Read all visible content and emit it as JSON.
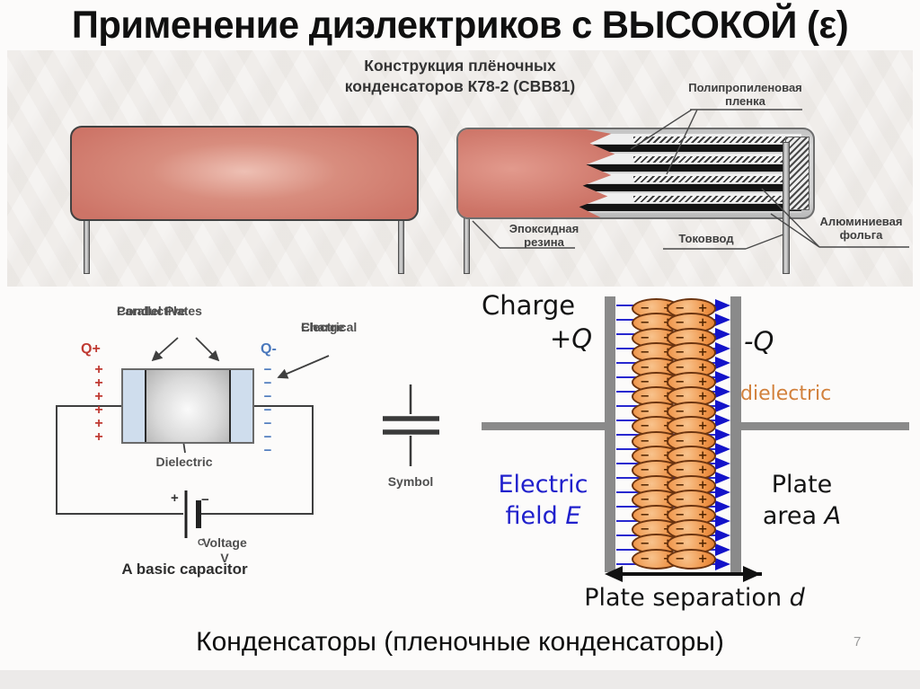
{
  "slide": {
    "title": "Применение диэлектриков с ВЫСОКОЙ (ε)",
    "footer": "Конденсаторы (пленочные конденсаторы)",
    "page_number": "7"
  },
  "construction": {
    "heading": [
      "Конструкция плёночных",
      "конденсаторов К78-2 (CBB81)"
    ],
    "labels": {
      "film": [
        "Полипропиленовая",
        "пленка"
      ],
      "epoxy": [
        "Эпоксидная",
        "резина"
      ],
      "lead": "Токоввод",
      "foil": [
        "Алюминиевая",
        "фольга"
      ]
    },
    "layer_groups": 4
  },
  "basic": {
    "plates_label": [
      "Conductive",
      "Parallel Plates"
    ],
    "charge_label": [
      "Electrical",
      "Charge"
    ],
    "q_plus": "Q+",
    "q_minus": "Q-",
    "plus_count": 6,
    "minus_count": 7,
    "plus_glyph": "+",
    "minus_glyph": "−",
    "dielectric": "Dielectric",
    "voltage": "Voltage V",
    "voltage_sub": "C",
    "caption": "A basic capacitor",
    "symbol": "Symbol",
    "battery_plus": "+",
    "battery_minus": "−"
  },
  "field": {
    "charge": "Charge",
    "plus_q": "+Q",
    "minus_q": "-Q",
    "dielectric": "dielectric",
    "efield": [
      "Electric",
      "field "
    ],
    "efield_var": "E",
    "area": [
      "Plate",
      "area "
    ],
    "area_var": "A",
    "separation": "Plate separation ",
    "separation_var": "d",
    "field_line_count": 19,
    "molecule_rows": 18,
    "molecule_minus": "−",
    "molecule_plus": "+"
  },
  "colors": {
    "q_plus_red": "#c03a32",
    "q_minus_blue": "#4a78bc",
    "plate_fill_blue": "#cfdded",
    "field_blue": "#2020cc",
    "molecule_orange": "#ef9448",
    "dielectric_label_orange": "#d2813c",
    "plate_gray": "#8a8a8a",
    "capacitor_pink": "#cd7467",
    "page_number_gray": "#9a9a9a"
  }
}
